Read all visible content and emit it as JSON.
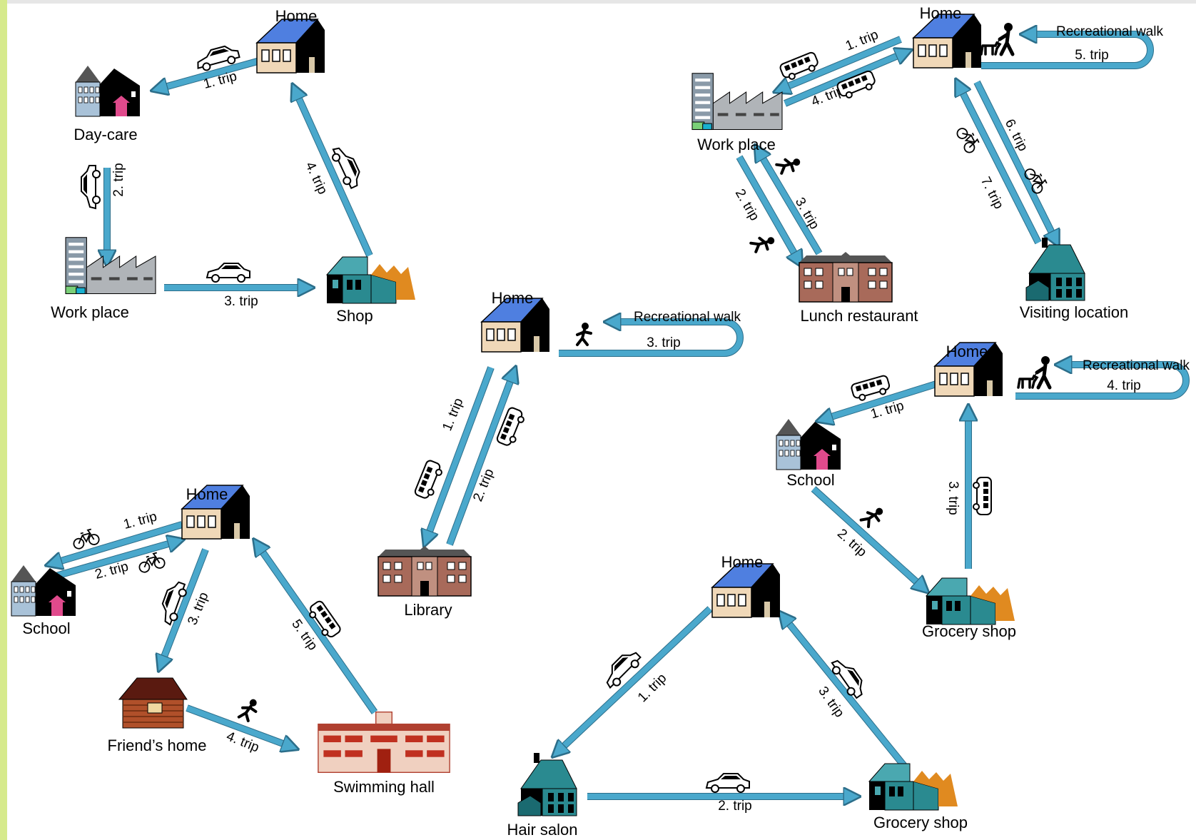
{
  "colors": {
    "arrow": "#4aa8cc",
    "arrow_edge": "#2c6e8a",
    "roof": "#4f7fe0",
    "frame": "#d6ea8c"
  },
  "icons": [
    "house-icon",
    "daycare-icon",
    "school-icon",
    "factory-icon",
    "shop-icon",
    "restaurant-icon",
    "library-icon",
    "cabin-icon",
    "teal-house-icon",
    "swimming-hall-icon",
    "car-icon",
    "bus-icon",
    "bicycle-icon",
    "walker-icon",
    "dog-walker-icon"
  ],
  "nodes": [
    {
      "id": "a-home",
      "label": "Home",
      "icon": "house-icon"
    },
    {
      "id": "a-daycare",
      "label": "Day-care",
      "icon": "daycare-icon"
    },
    {
      "id": "a-work",
      "label": "Work place",
      "icon": "factory-icon"
    },
    {
      "id": "a-shop",
      "label": "Shop",
      "icon": "shop-icon"
    },
    {
      "id": "b-home",
      "label": "Home",
      "icon": "house-icon"
    },
    {
      "id": "b-work",
      "label": "Work place",
      "icon": "factory-icon"
    },
    {
      "id": "b-lunch",
      "label": "Lunch restaurant",
      "icon": "restaurant-icon"
    },
    {
      "id": "b-visit",
      "label": "Visiting  location",
      "icon": "teal-house-icon"
    },
    {
      "id": "c-home",
      "label": "Home",
      "icon": "house-icon"
    },
    {
      "id": "c-library",
      "label": "Library",
      "icon": "library-icon"
    },
    {
      "id": "d-home",
      "label": "Home",
      "icon": "house-icon"
    },
    {
      "id": "d-school",
      "label": "School",
      "icon": "school-icon"
    },
    {
      "id": "d-grocery",
      "label": "Grocery shop",
      "icon": "shop-icon"
    },
    {
      "id": "e-home",
      "label": "Home",
      "icon": "house-icon"
    },
    {
      "id": "e-school",
      "label": "School",
      "icon": "school-icon"
    },
    {
      "id": "e-friend",
      "label": "Friend’s home",
      "icon": "cabin-icon"
    },
    {
      "id": "e-swim",
      "label": "Swimming hall",
      "icon": "swimming-hall-icon"
    },
    {
      "id": "f-home",
      "label": "Home",
      "icon": "house-icon"
    },
    {
      "id": "f-salon",
      "label": "Hair salon",
      "icon": "teal-house-icon"
    },
    {
      "id": "f-grocery",
      "label": "Grocery shop",
      "icon": "shop-icon"
    }
  ],
  "edges": [
    {
      "id": "a1",
      "from": "a-home",
      "to": "a-daycare",
      "label": "1. trip",
      "mode": "car-icon"
    },
    {
      "id": "a2",
      "from": "a-daycare",
      "to": "a-work",
      "label": "2. trip",
      "mode": "car-icon"
    },
    {
      "id": "a3",
      "from": "a-work",
      "to": "a-shop",
      "label": "3. trip",
      "mode": "car-icon"
    },
    {
      "id": "a4",
      "from": "a-shop",
      "to": "a-home",
      "label": "4. trip",
      "mode": "car-icon"
    },
    {
      "id": "b1",
      "from": "b-home",
      "to": "b-work",
      "label": "1. trip",
      "mode": "bus-icon"
    },
    {
      "id": "b2",
      "from": "b-work",
      "to": "b-lunch",
      "label": "2. trip",
      "mode": "walker-icon"
    },
    {
      "id": "b3",
      "from": "b-lunch",
      "to": "b-work",
      "label": "3. trip",
      "mode": "walker-icon"
    },
    {
      "id": "b4",
      "from": "b-work",
      "to": "b-home",
      "label": "4. trip",
      "mode": "bus-icon"
    },
    {
      "id": "b5",
      "from": "b-home",
      "to": "b-home",
      "label": "5. trip",
      "mode": "dog-walker-icon",
      "loop_label": "Recreational walk"
    },
    {
      "id": "b6",
      "from": "b-home",
      "to": "b-visit",
      "label": "6. trip",
      "mode": "bicycle-icon"
    },
    {
      "id": "b7",
      "from": "b-visit",
      "to": "b-home",
      "label": "7. trip",
      "mode": "bicycle-icon"
    },
    {
      "id": "c1",
      "from": "c-home",
      "to": "c-library",
      "label": "1. trip",
      "mode": "bus-icon"
    },
    {
      "id": "c2",
      "from": "c-library",
      "to": "c-home",
      "label": "2. trip",
      "mode": "bus-icon"
    },
    {
      "id": "c3",
      "from": "c-home",
      "to": "c-home",
      "label": "3. trip",
      "mode": "walker-icon",
      "loop_label": "Recreational walk"
    },
    {
      "id": "d1",
      "from": "d-home",
      "to": "d-school",
      "label": "1. trip",
      "mode": "bus-icon"
    },
    {
      "id": "d2",
      "from": "d-school",
      "to": "d-grocery",
      "label": "2. trip",
      "mode": "walker-icon"
    },
    {
      "id": "d3",
      "from": "d-grocery",
      "to": "d-home",
      "label": "3. trip",
      "mode": "bus-icon"
    },
    {
      "id": "d4",
      "from": "d-home",
      "to": "d-home",
      "label": "4. trip",
      "mode": "dog-walker-icon",
      "loop_label": "Recreational walk"
    },
    {
      "id": "e1",
      "from": "e-home",
      "to": "e-school",
      "label": "1. trip",
      "mode": "bicycle-icon"
    },
    {
      "id": "e2",
      "from": "e-school",
      "to": "e-home",
      "label": "2. trip",
      "mode": "bicycle-icon"
    },
    {
      "id": "e3",
      "from": "e-home",
      "to": "e-friend",
      "label": "3. trip",
      "mode": "car-icon"
    },
    {
      "id": "e4",
      "from": "e-friend",
      "to": "e-swim",
      "label": "4. trip",
      "mode": "walker-icon"
    },
    {
      "id": "e5",
      "from": "e-swim",
      "to": "e-home",
      "label": "5. trip",
      "mode": "bus-icon"
    },
    {
      "id": "f1",
      "from": "f-home",
      "to": "f-salon",
      "label": "1. trip",
      "mode": "car-icon"
    },
    {
      "id": "f2",
      "from": "f-salon",
      "to": "f-grocery",
      "label": "2. trip",
      "mode": "car-icon"
    },
    {
      "id": "f3",
      "from": "f-grocery",
      "to": "f-home",
      "label": "3. trip",
      "mode": "car-icon"
    }
  ]
}
